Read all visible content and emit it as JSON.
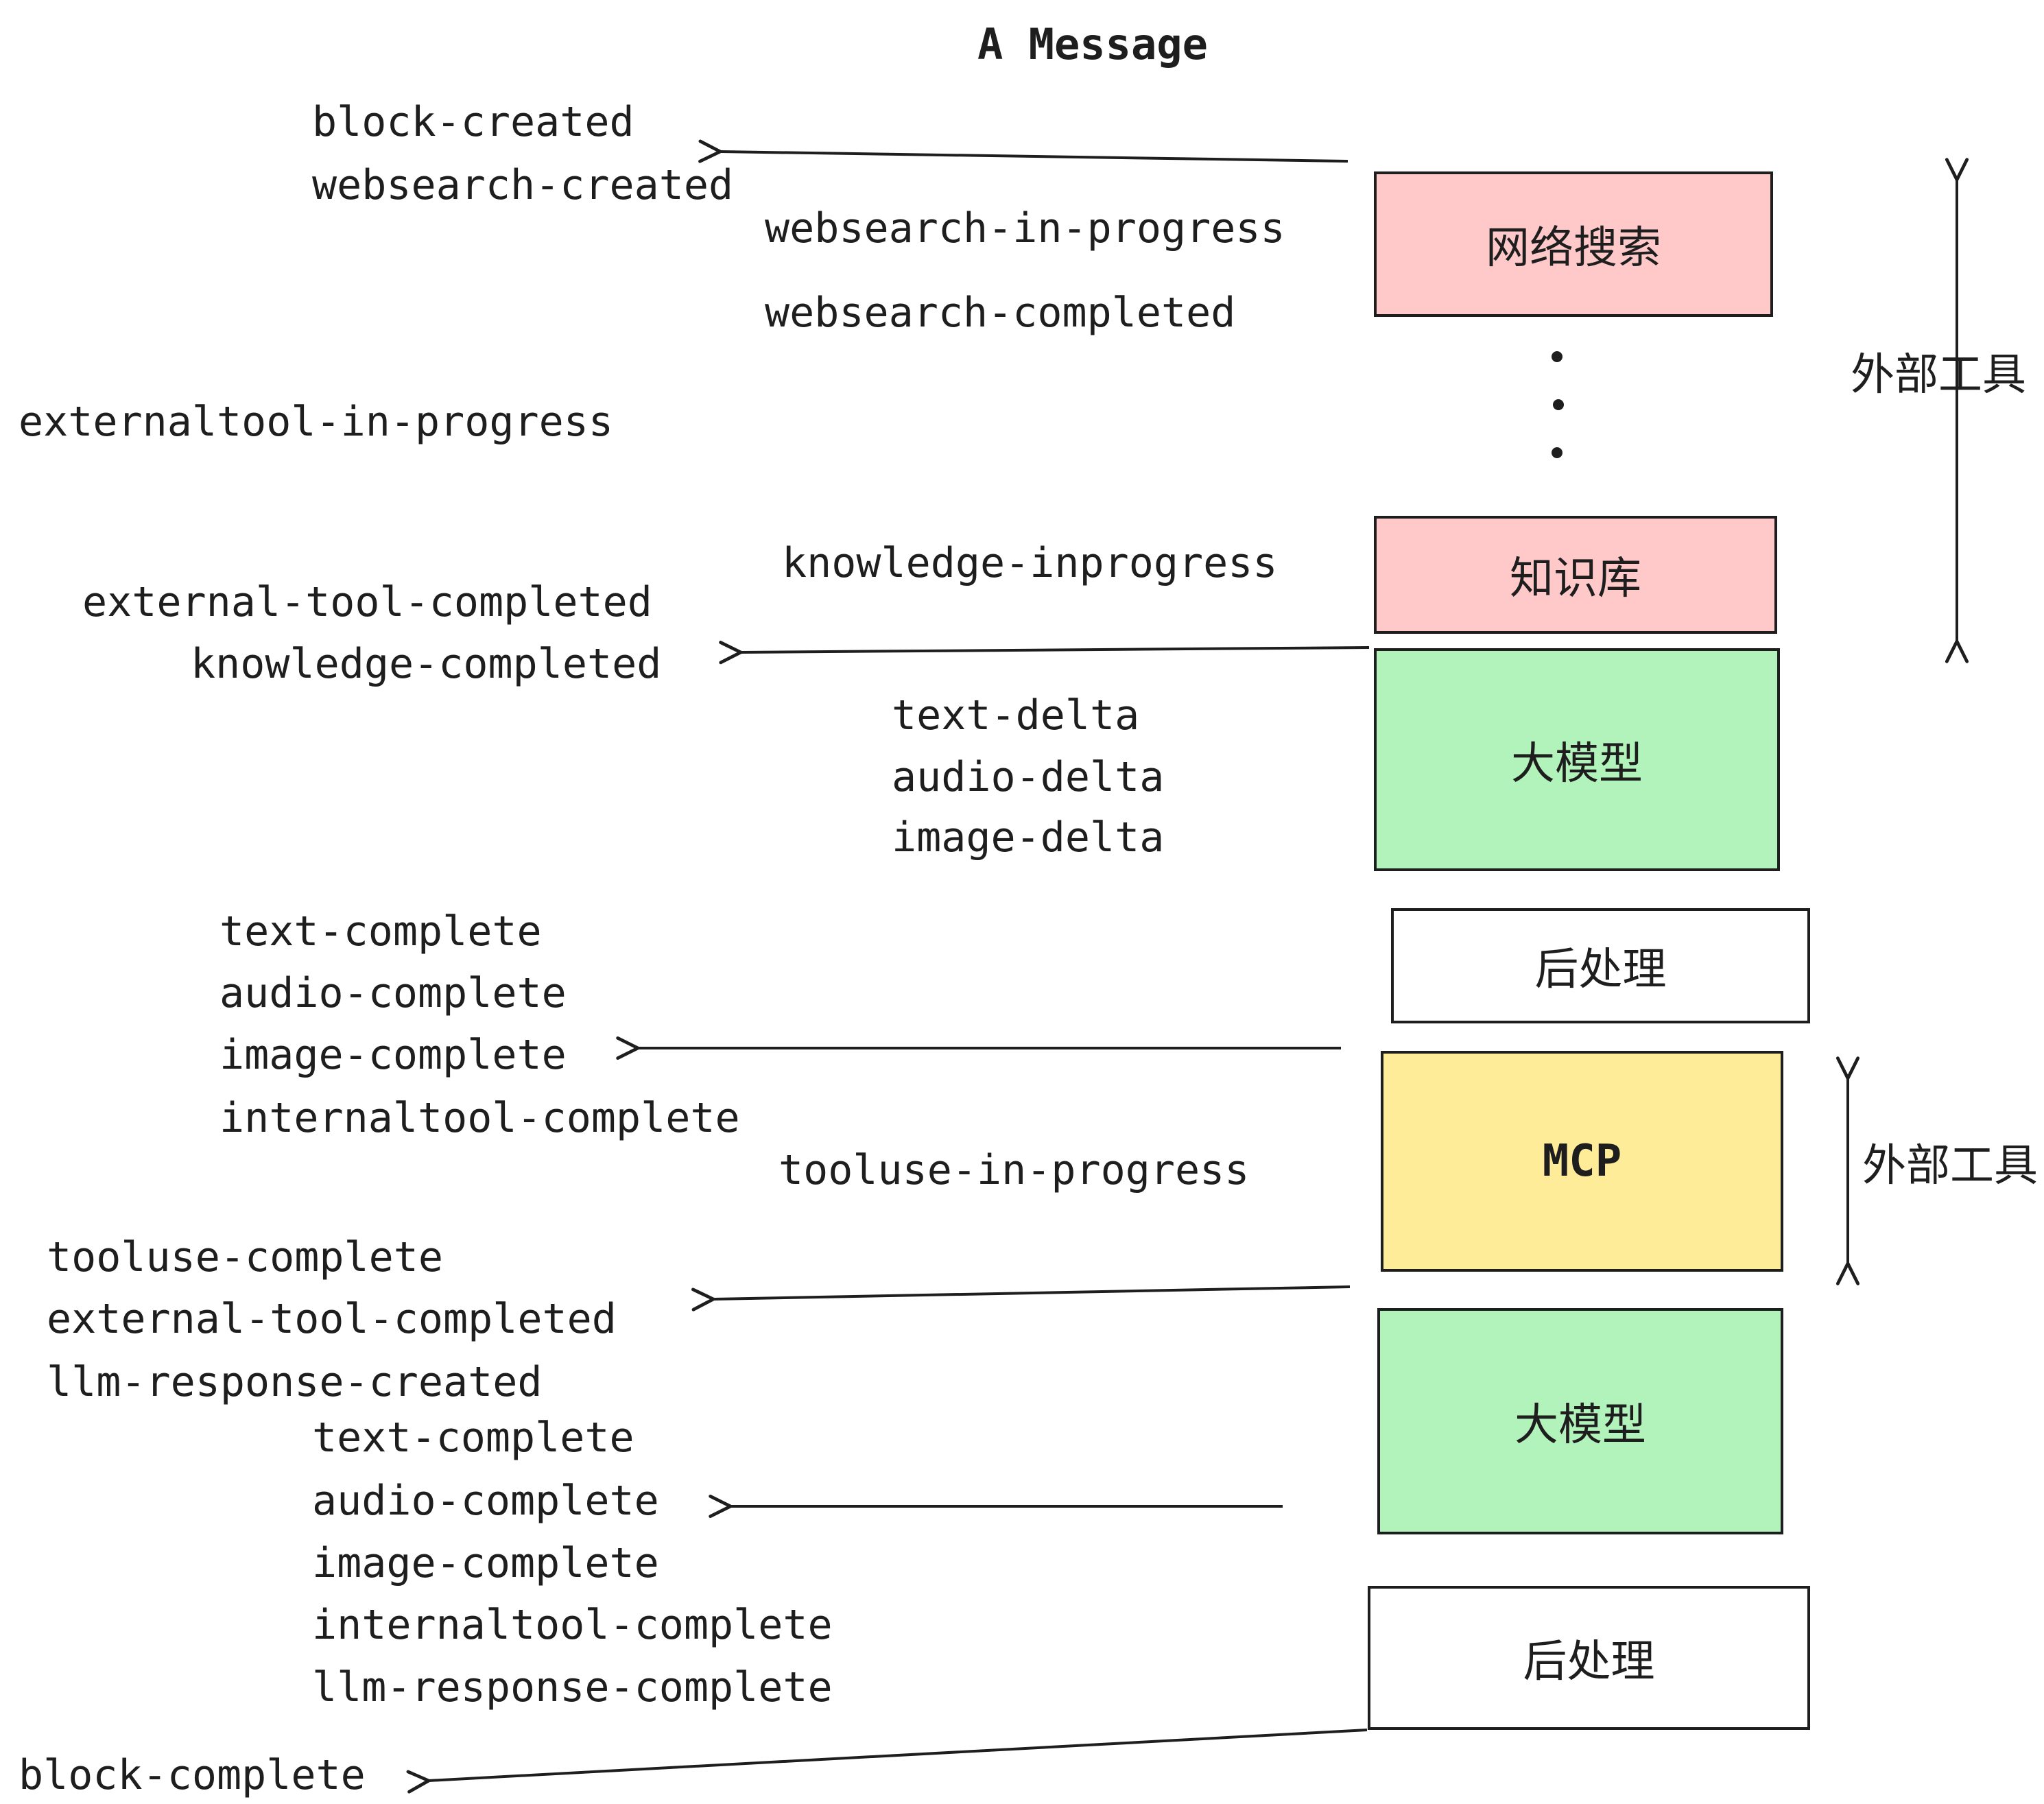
{
  "title": "A Message",
  "events": [
    "block-created",
    "websearch-created",
    "websearch-in-progress",
    "websearch-completed",
    "externaltool-in-progress",
    "knowledge-inprogress",
    "external-tool-completed",
    "knowledge-completed",
    "text-delta",
    "audio-delta",
    "image-delta",
    "text-complete",
    "audio-complete",
    "image-complete",
    "internaltool-complete",
    "tooluse-in-progress",
    "tooluse-complete",
    "external-tool-completed",
    "llm-response-created",
    "text-complete",
    "audio-complete",
    "image-complete",
    "internaltool-complete",
    "llm-response-complete",
    "block-complete"
  ],
  "boxes": [
    {
      "label": "网络搜索",
      "color": "#ffc9c9"
    },
    {
      "label": "知识库",
      "color": "#ffc9c9"
    },
    {
      "label": "大模型",
      "color": "#b2f2bb"
    },
    {
      "label": "后处理",
      "color": "#ffffff"
    },
    {
      "label": "MCP",
      "color": "#ffec99"
    },
    {
      "label": "大模型",
      "color": "#b2f2bb"
    },
    {
      "label": "后处理",
      "color": "#ffffff"
    }
  ],
  "side_labels": [
    "外部工具",
    "外部工具"
  ],
  "colors": {
    "stroke": "#1e1e1e",
    "pink": "#ffc9c9",
    "green": "#b2f2bb",
    "yellow": "#ffec99",
    "white": "#ffffff"
  }
}
